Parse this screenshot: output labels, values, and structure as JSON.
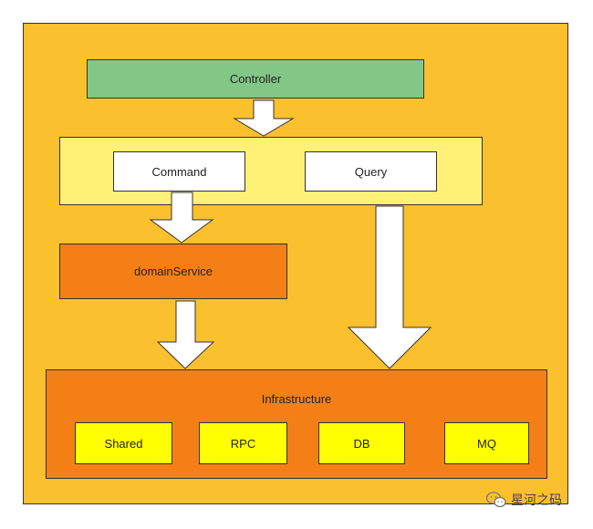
{
  "diagram": {
    "controller": "Controller",
    "command": "Command",
    "query": "Query",
    "domain_service": "domainService",
    "infrastructure": "Infrastructure",
    "infra_items": [
      "Shared",
      "RPC",
      "DB",
      "MQ"
    ]
  },
  "watermark": {
    "text": "星河之码",
    "icon": "wechat-icon"
  }
}
